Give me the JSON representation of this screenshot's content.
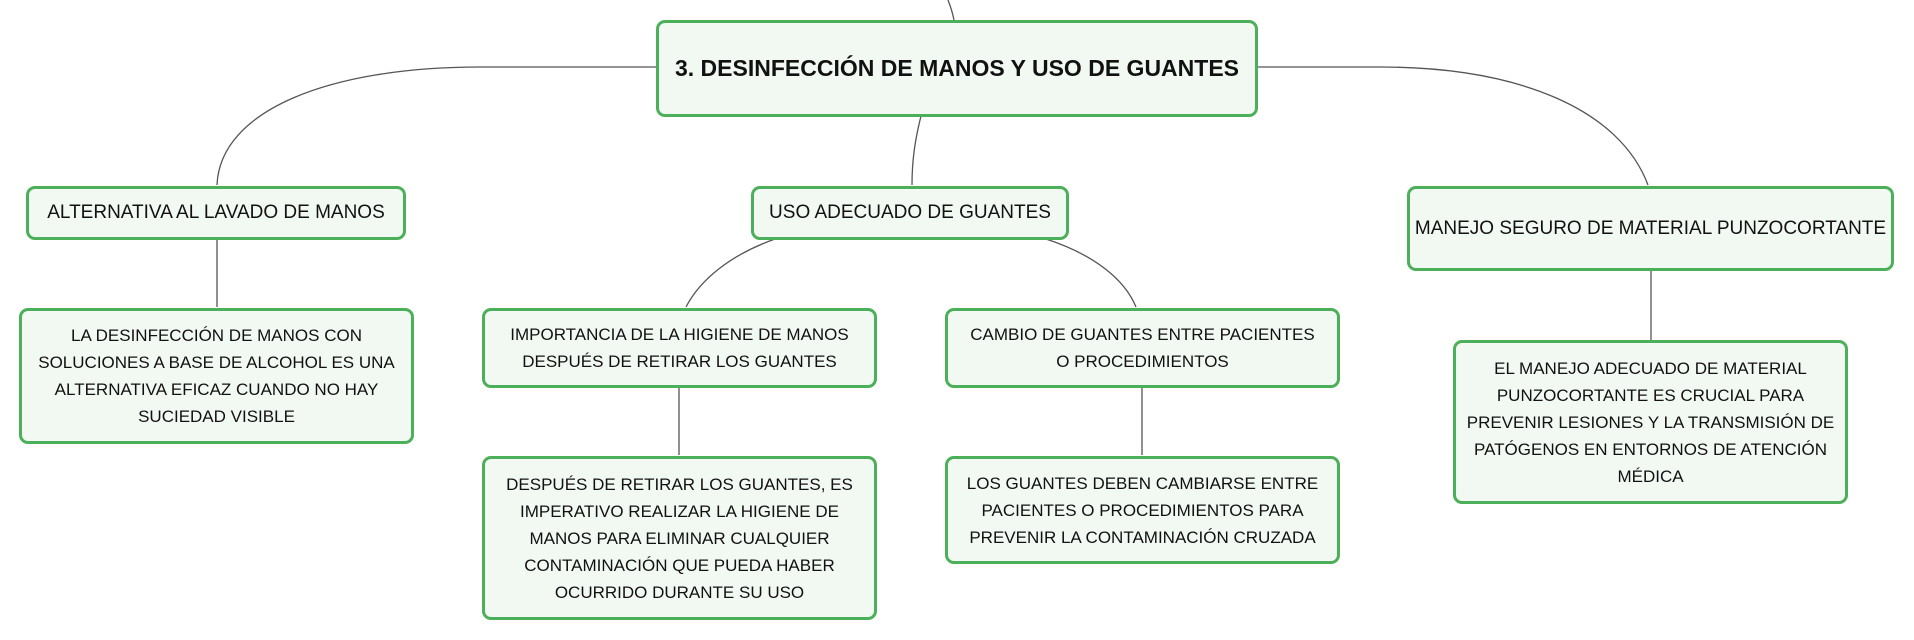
{
  "mindmap": {
    "root": {
      "label": "3. DESINFECCIÓN DE MANOS Y USO DE GUANTES"
    },
    "branches": [
      {
        "label": "ALTERNATIVA AL LAVADO DE MANOS",
        "children": [
          {
            "label": "LA DESINFECCIÓN DE MANOS CON SOLUCIONES A BASE DE ALCOHOL ES UNA ALTERNATIVA EFICAZ CUANDO NO HAY SUCIEDAD VISIBLE"
          }
        ]
      },
      {
        "label": "USO ADECUADO DE GUANTES",
        "children": [
          {
            "label": "IMPORTANCIA DE LA HIGIENE DE MANOS DESPUÉS DE RETIRAR LOS GUANTES",
            "children": [
              {
                "label": "DESPUÉS DE RETIRAR LOS GUANTES, ES IMPERATIVO REALIZAR LA HIGIENE DE MANOS PARA ELIMINAR CUALQUIER CONTAMINACIÓN QUE PUEDA HABER OCURRIDO DURANTE SU USO"
              }
            ]
          },
          {
            "label": "CAMBIO DE GUANTES ENTRE PACIENTES O PROCEDIMIENTOS",
            "children": [
              {
                "label": "LOS GUANTES DEBEN CAMBIARSE ENTRE PACIENTES O PROCEDIMIENTOS PARA PREVENIR LA CONTAMINACIÓN CRUZADA"
              }
            ]
          }
        ]
      },
      {
        "label": "MANEJO SEGURO DE MATERIAL PUNZOCORTANTE",
        "children": [
          {
            "label": "EL MANEJO ADECUADO DE MATERIAL PUNZOCORTANTE ES CRUCIAL PARA PREVENIR LESIONES Y LA TRANSMISIÓN DE PATÓGENOS EN ENTORNOS DE ATENCIÓN MÉDICA"
          }
        ]
      }
    ]
  },
  "colors": {
    "node_border": "#4caf59",
    "node_fill": "#f2f9f3",
    "connector": "#555555",
    "text": "#111111"
  }
}
